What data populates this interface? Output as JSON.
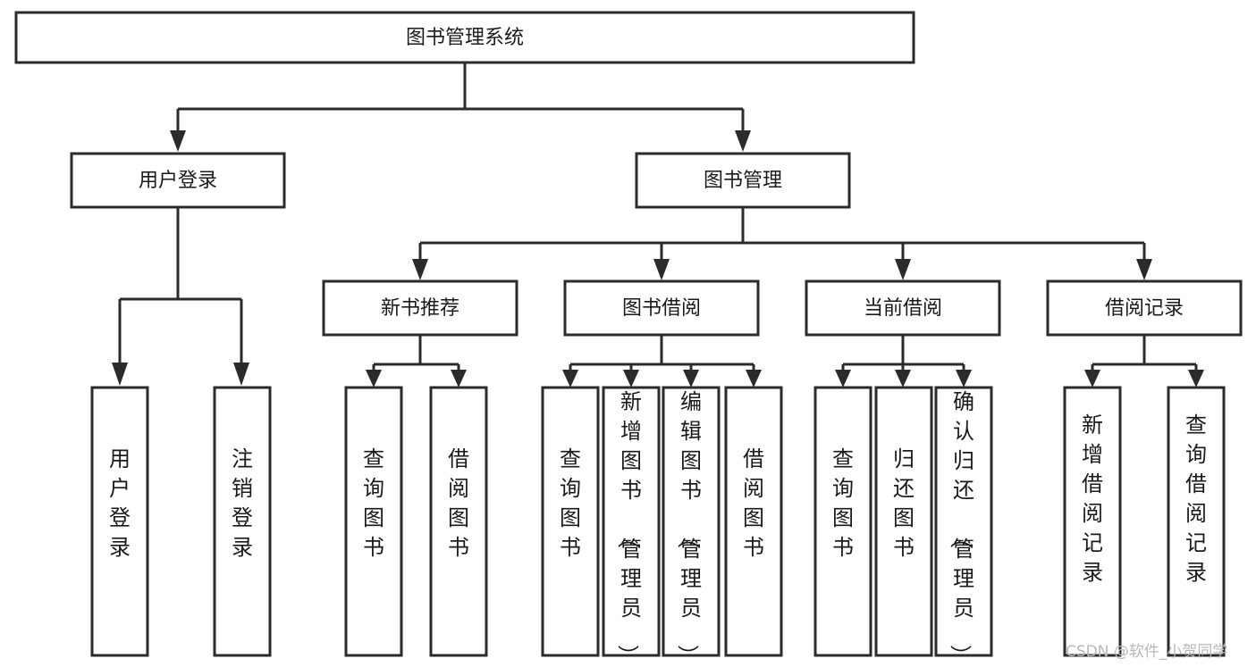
{
  "diagram": {
    "title": "图书管理系统",
    "type": "hierarchy-tree",
    "watermark": "CSDN @软件_小贺同学",
    "colors": {
      "box_stroke": "#2b2b2b",
      "box_fill": "#ffffff",
      "text": "#1a1a1a",
      "watermark": "#b8b8b8",
      "background": "#ffffff"
    },
    "levels": {
      "root": {
        "label": "图书管理系统"
      },
      "level2": [
        {
          "id": "user-login",
          "label": "用户登录"
        },
        {
          "id": "book-management",
          "label": "图书管理"
        }
      ],
      "level3": [
        {
          "id": "new-book-recommend",
          "label": "新书推荐",
          "parent": "book-management"
        },
        {
          "id": "book-borrow",
          "label": "图书借阅",
          "parent": "book-management"
        },
        {
          "id": "current-borrow",
          "label": "当前借阅",
          "parent": "book-management"
        },
        {
          "id": "borrow-record",
          "label": "借阅记录",
          "parent": "book-management"
        }
      ],
      "leaves": [
        {
          "id": "leaf-user-login",
          "label": "用户登录",
          "parent": "user-login"
        },
        {
          "id": "leaf-logout-login",
          "label": "注销登录",
          "parent": "user-login"
        },
        {
          "id": "leaf-query-book-1",
          "label": "查询图书",
          "parent": "new-book-recommend"
        },
        {
          "id": "leaf-borrow-book-1",
          "label": "借阅图书",
          "parent": "new-book-recommend"
        },
        {
          "id": "leaf-query-book-2",
          "label": "查询图书",
          "parent": "book-borrow"
        },
        {
          "id": "leaf-add-book",
          "label": "新增图书（管理员）",
          "parent": "book-borrow"
        },
        {
          "id": "leaf-edit-book",
          "label": "编辑图书（管理员）",
          "parent": "book-borrow"
        },
        {
          "id": "leaf-borrow-book-2",
          "label": "借阅图书",
          "parent": "book-borrow"
        },
        {
          "id": "leaf-query-book-3",
          "label": "查询图书",
          "parent": "current-borrow"
        },
        {
          "id": "leaf-return-book",
          "label": "归还图书",
          "parent": "current-borrow"
        },
        {
          "id": "leaf-confirm-return",
          "label": "确认归还（管理员）",
          "parent": "current-borrow"
        },
        {
          "id": "leaf-add-record",
          "label": "新增借阅记录",
          "parent": "borrow-record"
        },
        {
          "id": "leaf-query-record",
          "label": "查询借阅记录",
          "parent": "borrow-record"
        }
      ]
    }
  }
}
